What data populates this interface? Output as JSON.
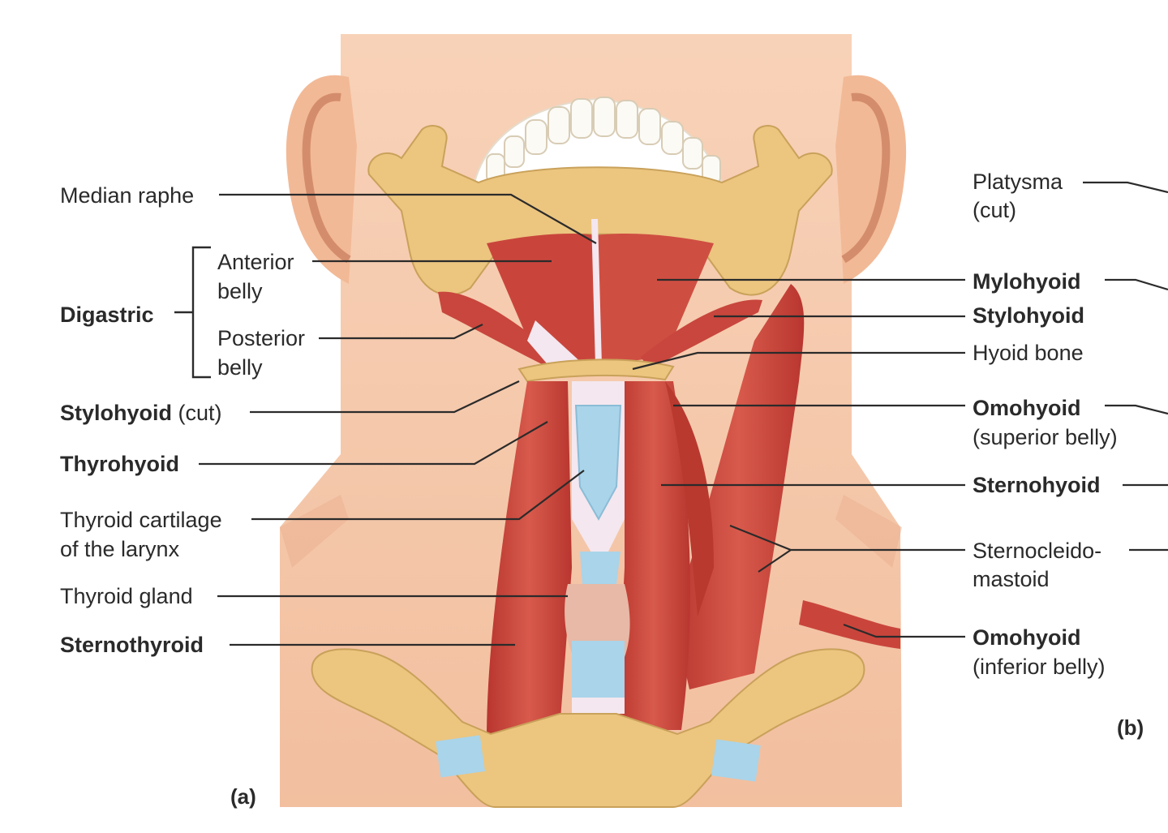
{
  "labels": {
    "median_raphe": "Median raphe",
    "digastric": "Digastric",
    "anterior_belly_1": "Anterior",
    "anterior_belly_2": "belly",
    "posterior_belly_1": "Posterior",
    "posterior_belly_2": "belly",
    "stylohyoid_cut_name": "Stylohyoid",
    "stylohyoid_cut_note": "(cut)",
    "thyrohyoid": "Thyrohyoid",
    "thyroid_cartilage_1": "Thyroid cartilage",
    "thyroid_cartilage_2": "of the larynx",
    "thyroid_gland": "Thyroid gland",
    "sternothyroid": "Sternothyroid",
    "platysma_1": "Platysma",
    "platysma_2": "(cut)",
    "mylohyoid": "Mylohyoid",
    "stylohyoid": "Stylohyoid",
    "hyoid_bone": "Hyoid bone",
    "omohyoid_sup_1": "Omohyoid",
    "omohyoid_sup_2": "(superior belly)",
    "sternohyoid": "Sternohyoid",
    "scm_1": "Sternocleido-",
    "scm_2": "mastoid",
    "omohyoid_inf_1": "Omohyoid",
    "omohyoid_inf_2": "(inferior belly)"
  },
  "panels": {
    "a": "(a)",
    "b": "(b)"
  },
  "colors": {
    "skin": "#f5c6a8",
    "skin_shadow": "#eab08f",
    "bone": "#ecc57f",
    "muscle": "#c9453c",
    "muscle_light": "#de7062",
    "cartilage": "#a9d4ea",
    "tendon": "#f4e7ef",
    "gland": "#e7b9a6"
  }
}
